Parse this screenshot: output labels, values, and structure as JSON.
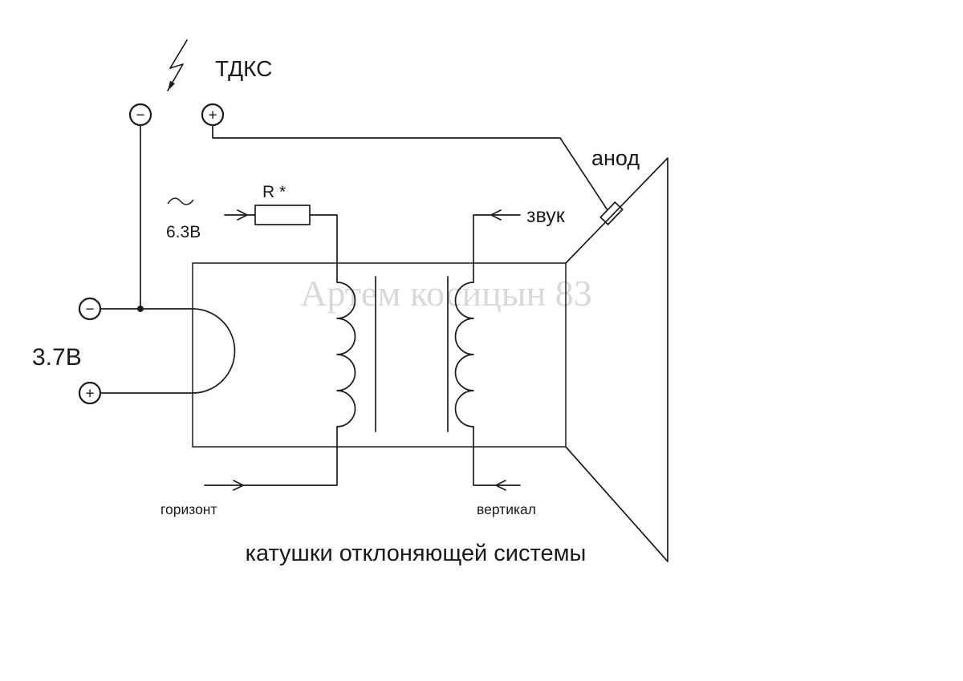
{
  "diagram": {
    "caption": "катушки отклоняющей системы",
    "watermark": "Артем косицын 83",
    "flyback_label": "ТДКС",
    "anode_label": "анод",
    "sound_label": "звук",
    "resistor_label": "R *",
    "heater_voltage_label": "6.3В",
    "supply_voltage_label": "3.7В",
    "horizontal_label": "горизонт",
    "vertical_label": "вертикал",
    "plus_sign": "+",
    "minus_sign": "−",
    "colors": {
      "line": "#1c1c1c",
      "watermark": "#d9d9d9",
      "background": "#ffffff"
    }
  }
}
